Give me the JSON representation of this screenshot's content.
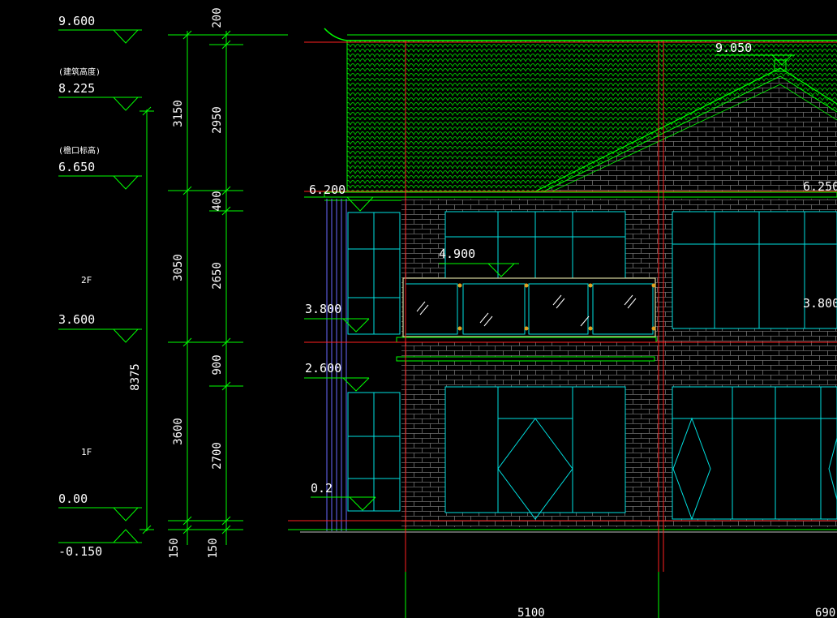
{
  "left_levels": [
    {
      "id": "9600",
      "text": "9.600"
    },
    {
      "id": "8225",
      "text": "8.225",
      "note": "(建筑高度)"
    },
    {
      "id": "6650",
      "text": "6.650",
      "note": "(檐口标高)"
    },
    {
      "id": "3600",
      "text": "3.600"
    },
    {
      "id": "000",
      "text": "0.00"
    },
    {
      "id": "m150",
      "text": "-0.150"
    }
  ],
  "floor_labels": {
    "second": "2F",
    "first": "1F"
  },
  "dims_outer": [
    "3150",
    "3050",
    "3600",
    "150"
  ],
  "dims_inner": [
    "200",
    "2950",
    "400",
    "2650",
    "900",
    "2700",
    "150"
  ],
  "dim_total": "8375",
  "facade_levels": {
    "ridge": "9.050",
    "eave": "6.200",
    "right_eave": "6.250",
    "balcony": "4.900",
    "second_floor": "3.800",
    "right_second": "3.800",
    "sill": "2.600",
    "base": "0.2"
  },
  "bottom_dims": [
    "5100",
    "690"
  ],
  "colors": {
    "dimension_green": "#00ff00",
    "grid_red": "#ff2020",
    "window_cyan": "#00e0e0",
    "wall_outline_blue": "#6a6aff",
    "text_white": "#ffffff"
  }
}
